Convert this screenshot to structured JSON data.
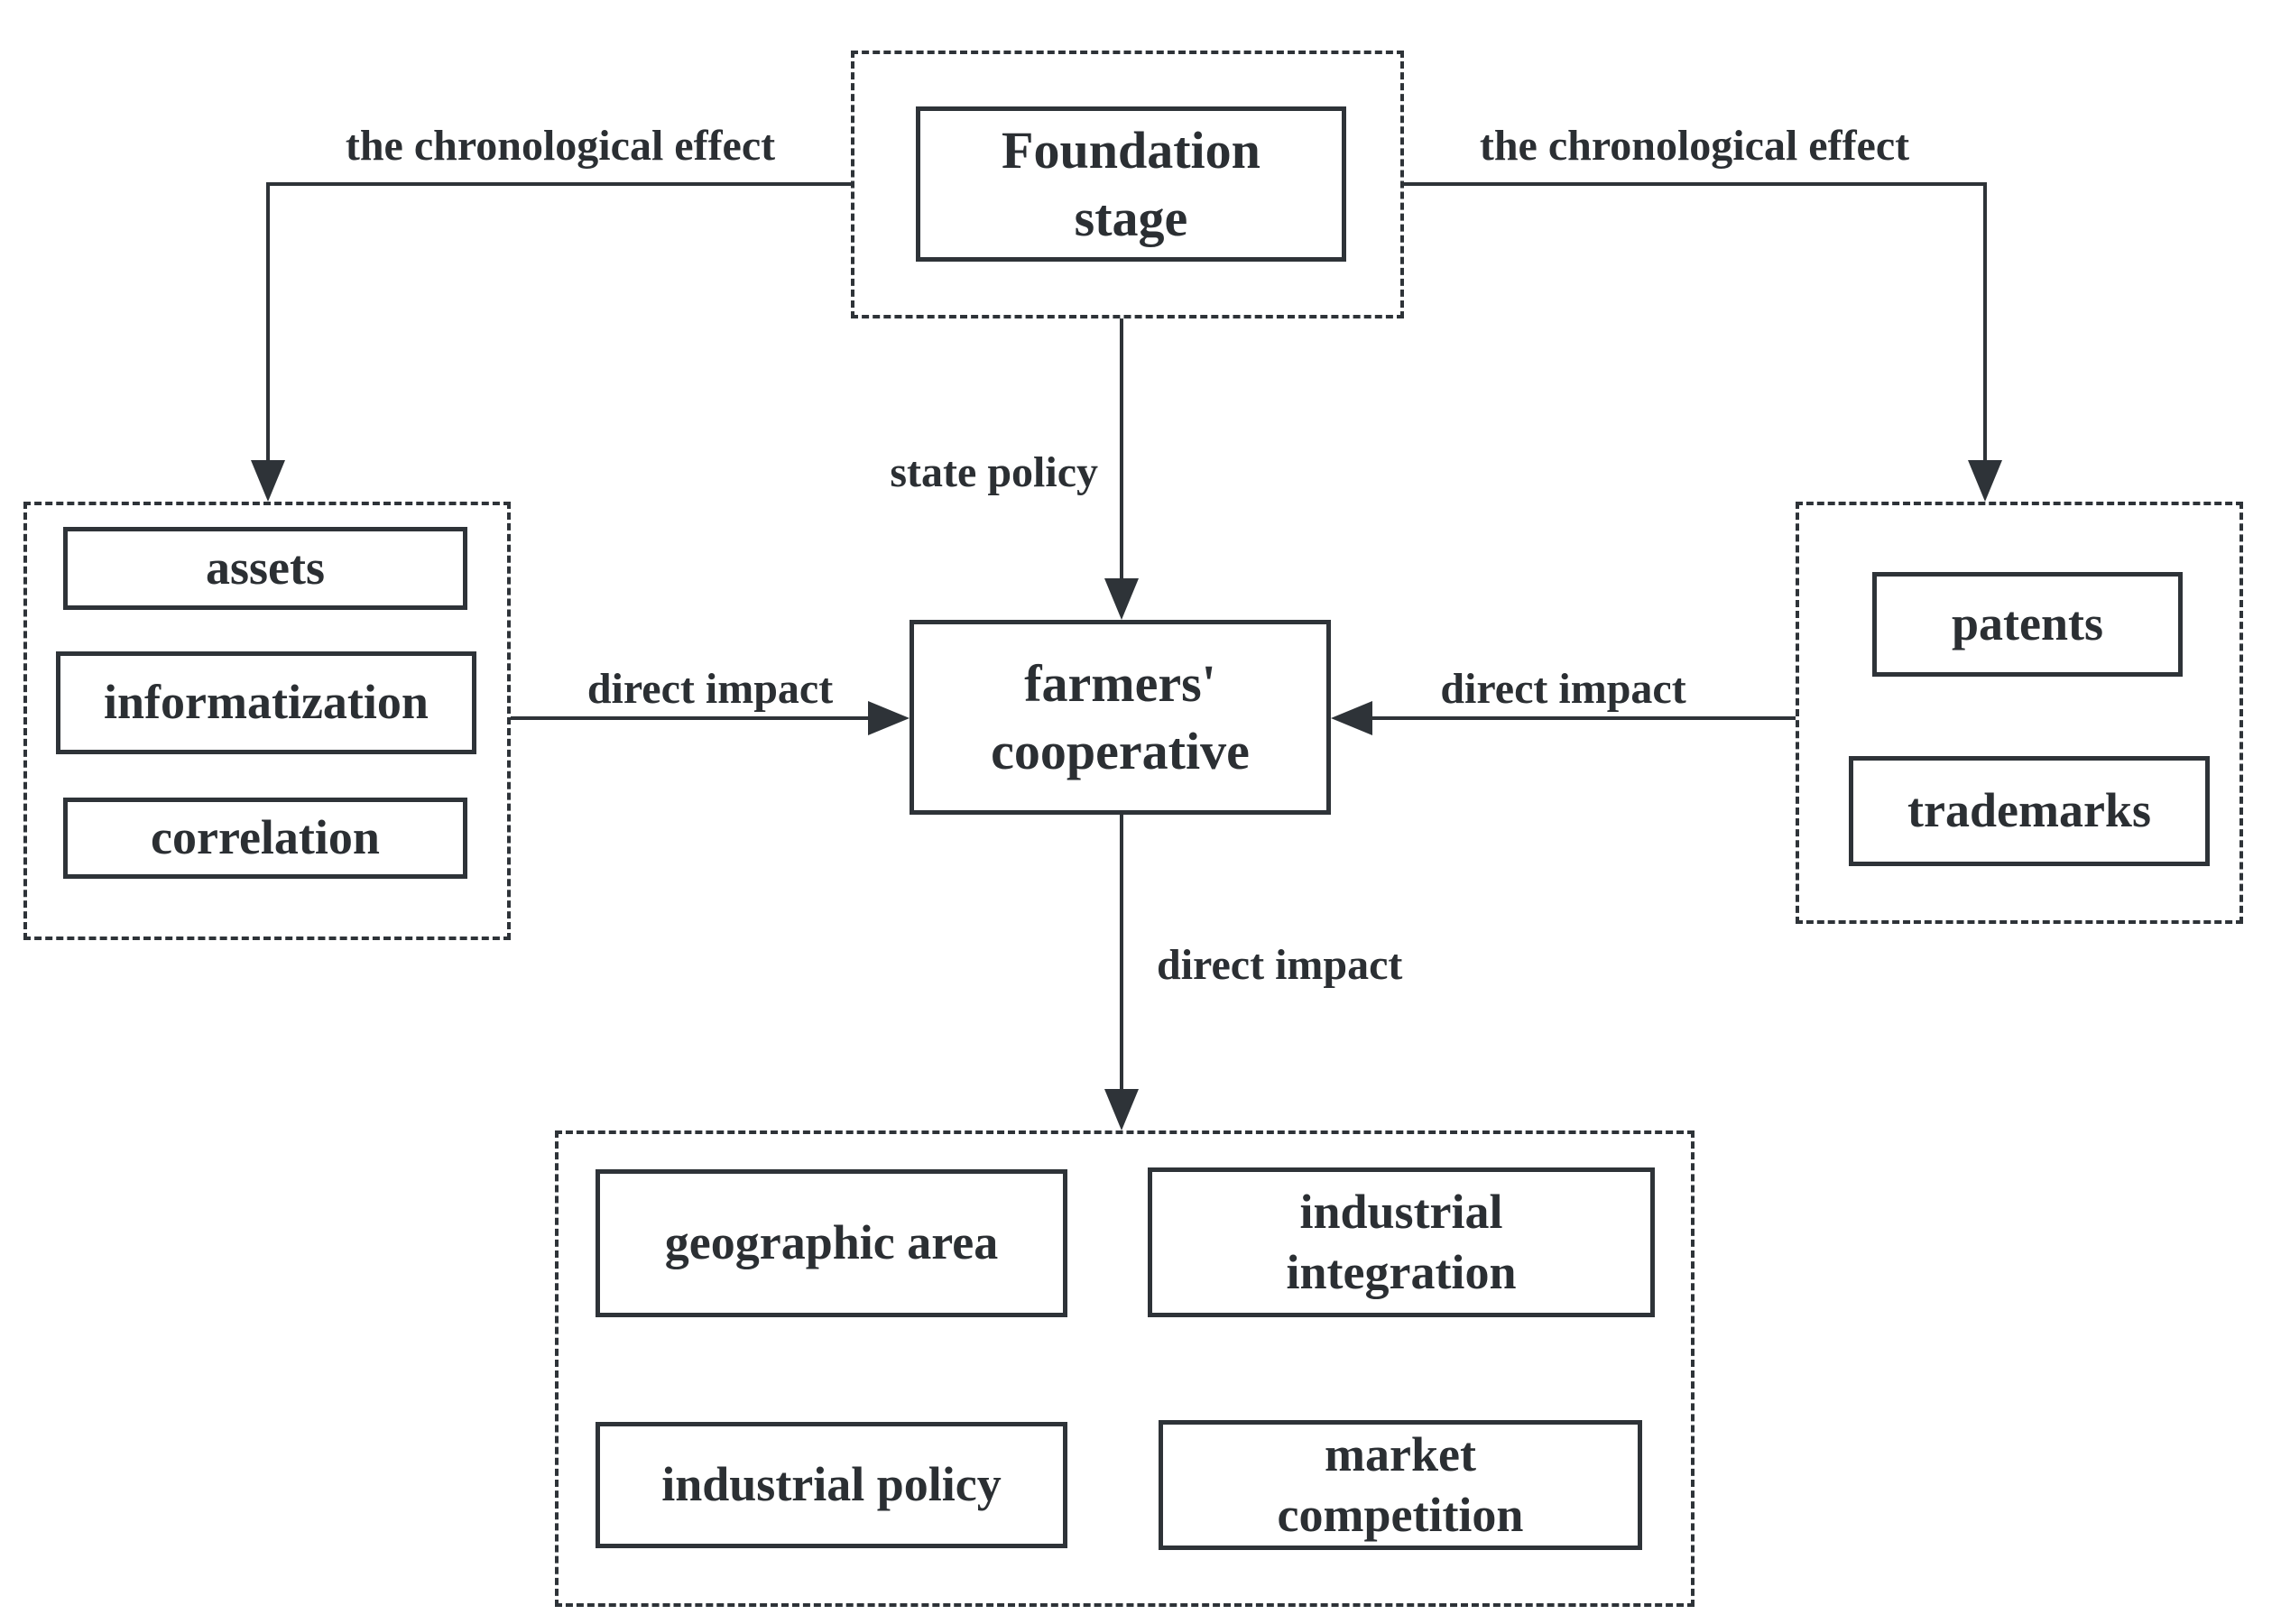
{
  "diagram": {
    "ink_color": "#2e3338",
    "background": "#ffffff",
    "nodes": {
      "foundation_stage": {
        "line1": "Foundation",
        "line2": "stage"
      },
      "farmers_cooperative": {
        "line1": "farmers'",
        "line2": "cooperative"
      },
      "assets": {
        "label": "assets"
      },
      "informatization": {
        "label": "informatization"
      },
      "correlation": {
        "label": "correlation"
      },
      "patents": {
        "label": "patents"
      },
      "trademarks": {
        "label": "trademarks"
      },
      "geographic_area": {
        "label": "geographic area"
      },
      "industrial_integration": {
        "line1": "industrial",
        "line2": "integration"
      },
      "industrial_policy": {
        "label": "industrial policy"
      },
      "market_competition": {
        "line1": "market",
        "line2": "competition"
      }
    },
    "edge_labels": {
      "left_chronological": "the chronological effect",
      "right_chronological": "the chronological effect",
      "state_policy": "state policy",
      "left_direct_impact": "direct impact",
      "right_direct_impact": "direct impact",
      "bottom_direct_impact": "direct impact"
    }
  }
}
